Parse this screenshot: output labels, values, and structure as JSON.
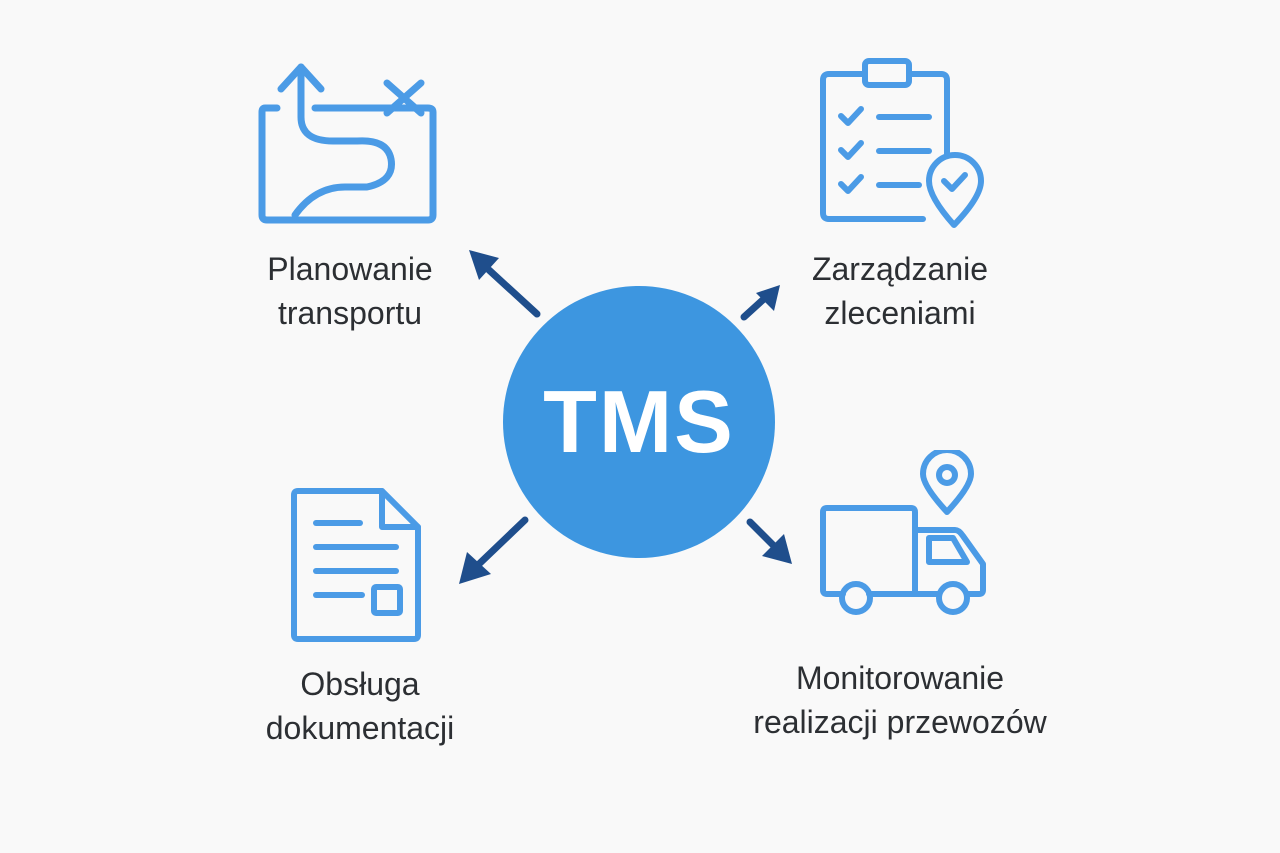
{
  "center": {
    "label": "TMS",
    "color": "#3d96e0"
  },
  "nodes": {
    "planning": {
      "line1": "Planowanie",
      "line2": "transportu",
      "icon": "route-map-icon"
    },
    "orders": {
      "line1": "Zarządzanie",
      "line2": "zleceniami",
      "icon": "clipboard-checklist-icon"
    },
    "documents": {
      "line1": "Obsługa",
      "line2": "dokumentacji",
      "icon": "document-icon"
    },
    "monitoring": {
      "line1": "Monitorowanie",
      "line2": "realizacji przewozów",
      "icon": "delivery-truck-icon"
    }
  },
  "colors": {
    "icon_stroke": "#4b9be6",
    "arrow": "#1f4e8c",
    "text": "#2c2f33",
    "background": "#f9f9f9"
  }
}
